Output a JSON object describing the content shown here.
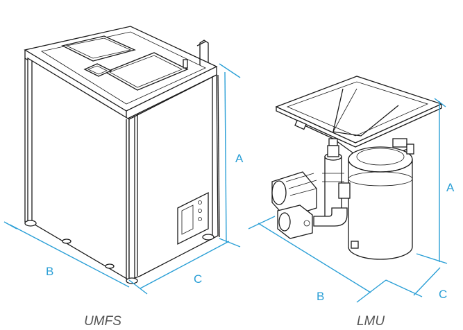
{
  "colors": {
    "dimension": "#2a9fd6",
    "outline": "#1a1a1a",
    "caption": "#555555"
  },
  "products": [
    {
      "caption": "UMFS",
      "dimensions": {
        "a": "A",
        "b": "B",
        "c": "C"
      }
    },
    {
      "caption": "LMU",
      "dimensions": {
        "a": "A",
        "b": "B",
        "c": "C"
      }
    }
  ]
}
